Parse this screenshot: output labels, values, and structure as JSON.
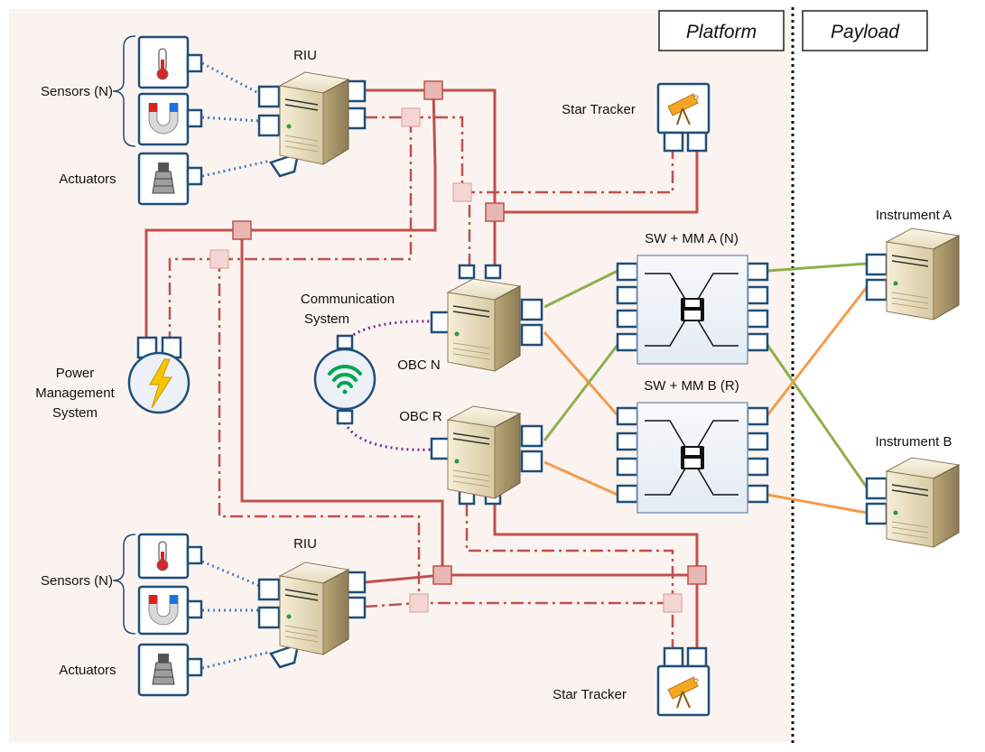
{
  "regions": {
    "platform": "Platform",
    "payload": "Payload"
  },
  "labels": {
    "riu_top": "RIU",
    "riu_bottom": "RIU",
    "sensors_top": "Sensors (N)",
    "sensors_bottom": "Sensors (N)",
    "actuators_top": "Actuators",
    "actuators_bottom": "Actuators",
    "star_tracker_top": "Star Tracker",
    "star_tracker_bottom": "Star Tracker",
    "comm_line1": "Communication",
    "comm_line2": "System",
    "obc_n": "OBC N",
    "obc_r": "OBC R",
    "pm_line1": "Power",
    "pm_line2": "Management",
    "pm_line3": "System",
    "sw_a": "SW + MM A (N)",
    "sw_b": "SW + MM B (R)",
    "instrument_a": "Instrument A",
    "instrument_b": "Instrument B"
  },
  "icons": {
    "thermometer": "thermometer-icon",
    "magnet": "magnet-icon",
    "thruster": "thruster-icon",
    "telescope": "telescope-icon",
    "server": "server-icon",
    "wifi": "wifi-icon",
    "lightning": "lightning-icon",
    "floppy": "floppy-disk-icon"
  },
  "colors": {
    "platform_bg": "#fbf3ef",
    "bus_line": "#c0504d",
    "bus_junction": "#f2c4c2",
    "port_border": "#1f4e79",
    "green_link": "#8db04a",
    "orange_link": "#f39c4a",
    "sensor_link": "#4a7ebb",
    "comm_link": "#7030a0",
    "wifi": "#00a651",
    "lightning": "#f7c400"
  }
}
